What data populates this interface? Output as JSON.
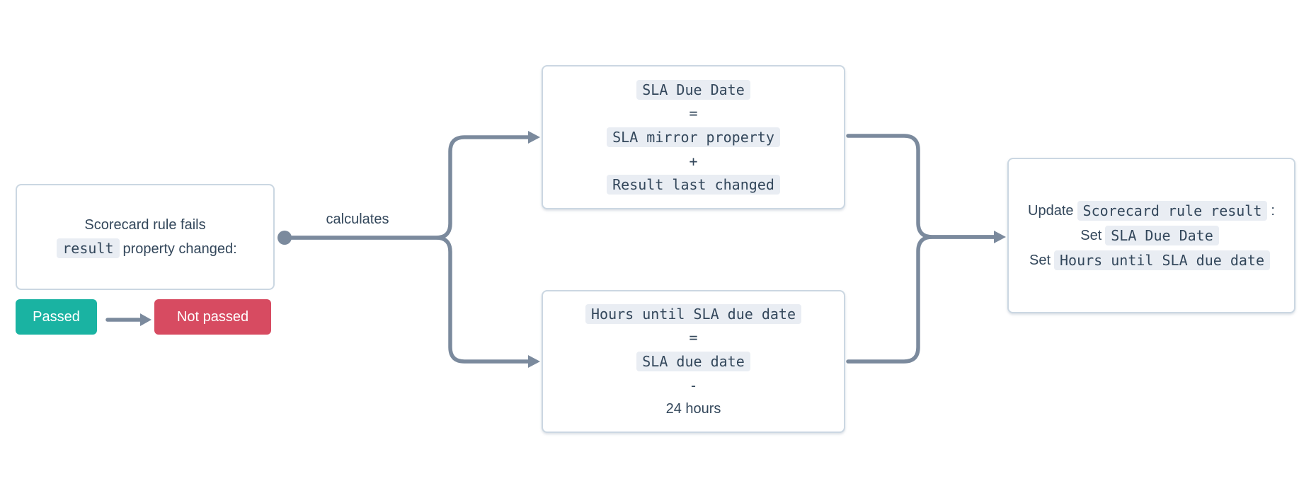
{
  "diagram": {
    "edge_label": "calculates"
  },
  "trigger_box": {
    "line1": "Scorecard rule fails",
    "line2_code": "result",
    "line2_suffix": "property changed:"
  },
  "outcome": {
    "passed_label": "Passed",
    "not_passed_label": "Not passed"
  },
  "sla_due_date_box": {
    "line1_code": "SLA Due Date",
    "op1": "=",
    "line2_code": "SLA mirror property",
    "op2": "+",
    "line3_code": "Result last changed"
  },
  "hours_until_box": {
    "line1_code": "Hours until SLA due date",
    "op1": "=",
    "line2_code": "SLA due date",
    "op2": "-",
    "line3_plain": "24 hours"
  },
  "update_box": {
    "line1_prefix": "Update",
    "line1_code": "Scorecard rule result",
    "line1_suffix": ":",
    "line2_prefix": "Set",
    "line2_code": "SLA Due Date",
    "line3_prefix": "Set",
    "line3_code": "Hours until SLA due date"
  },
  "colors": {
    "connector": "#7b8a9d",
    "box_border": "#cbd7e2",
    "text": "#33475b",
    "chip_bg": "#e9edf3",
    "passed_bg": "#1ab3a2",
    "not_passed_bg": "#d74b61",
    "button_text": "#ffffff"
  }
}
